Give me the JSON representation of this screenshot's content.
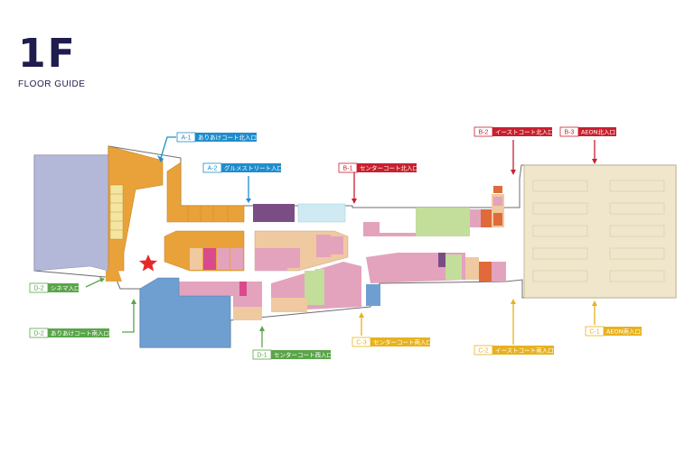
{
  "header": {
    "floor": "1F",
    "subtitle": "FLOOR GUIDE"
  },
  "colors": {
    "blue": "#1f8dcc",
    "red": "#c8202e",
    "yellow": "#e8b21e",
    "green": "#5aa54a",
    "corridor": "#ffffff",
    "mall_outline": "#6d6d6d",
    "lavender": "#b4b8d8",
    "orange": "#e9a23a",
    "aeon": "#efe6cc",
    "shop_pink": "#e3a3bd",
    "shop_green": "#c2de9a",
    "shop_peach": "#efc9a0",
    "shop_blue": "#6f9fd0",
    "star": "#e5292a"
  },
  "labels": [
    {
      "code": "A-1",
      "text": "ありあけコート北入口",
      "color_key": "blue"
    },
    {
      "code": "A-2",
      "text": "グルメストリート入口",
      "color_key": "blue"
    },
    {
      "code": "B-1",
      "text": "センターコート北入口",
      "color_key": "red"
    },
    {
      "code": "B-2",
      "text": "イーストコート北入口",
      "color_key": "red"
    },
    {
      "code": "B-3",
      "text": "AEON北入口",
      "color_key": "red"
    },
    {
      "code": "D-2",
      "text": "シネマ入口",
      "color_key": "green"
    },
    {
      "code": "D-2",
      "text": "ありあけコート南入口",
      "color_key": "green"
    },
    {
      "code": "D-1",
      "text": "センターコート西入口",
      "color_key": "green"
    },
    {
      "code": "C-3",
      "text": "センターコート南入口",
      "color_key": "yellow"
    },
    {
      "code": "C-2",
      "text": "イーストコート南入口",
      "color_key": "yellow"
    },
    {
      "code": "C-1",
      "text": "AEON南入口",
      "color_key": "yellow"
    }
  ],
  "current_location": {
    "icon": "star-icon"
  }
}
